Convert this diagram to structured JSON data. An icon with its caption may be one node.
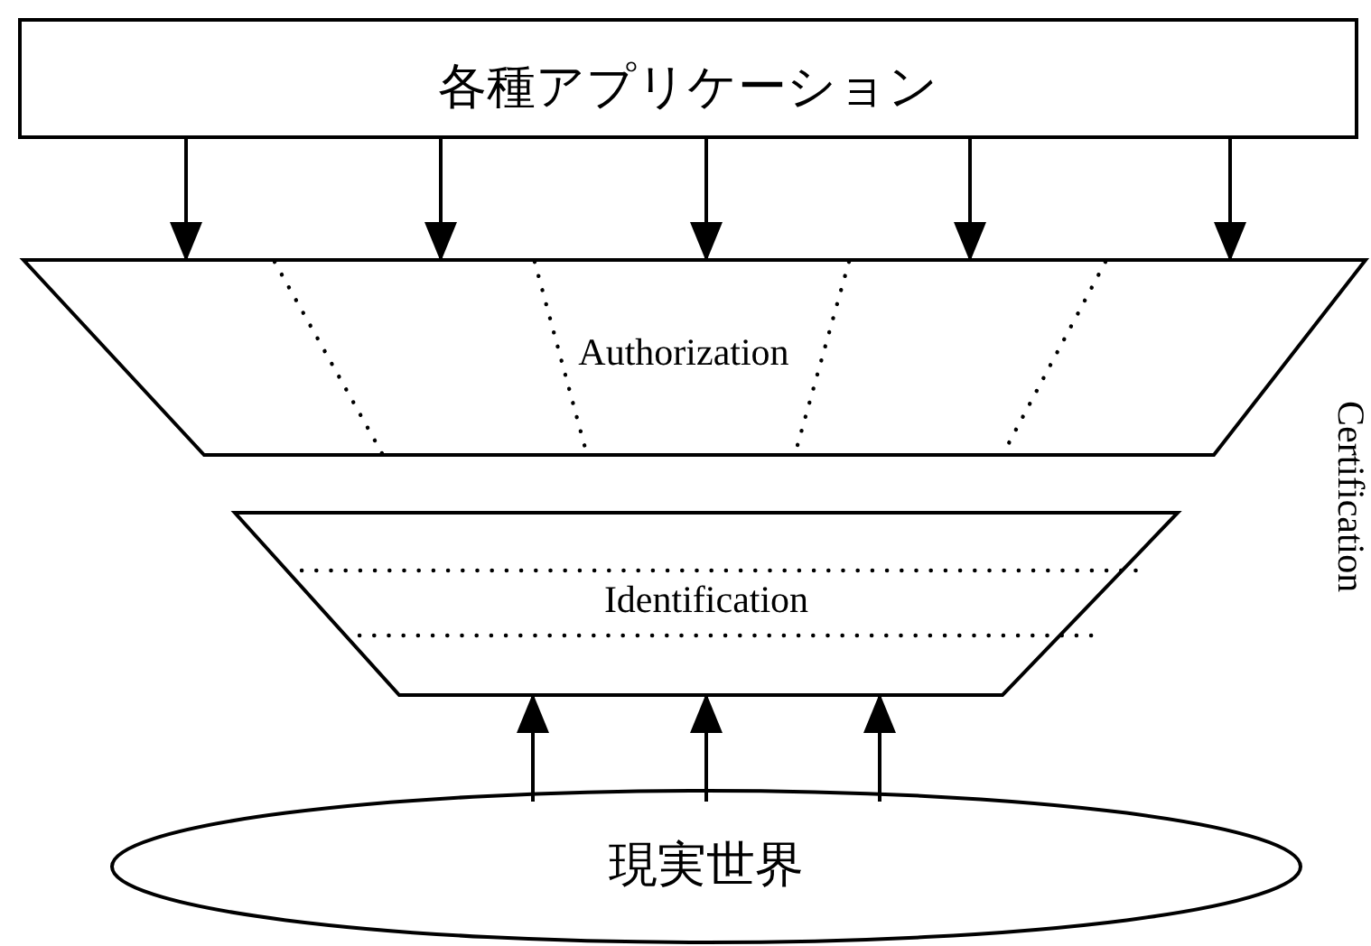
{
  "diagram": {
    "nodes": [
      {
        "text": [
          "各種アプリケーション"
        ]
      },
      {
        "text": [
          "Authorization"
        ]
      },
      {
        "text": [
          "Identification"
        ]
      },
      {
        "text": [
          "現実世界"
        ]
      }
    ],
    "edges": [
      {
        "from": 0,
        "to": 1,
        "arrow": "to"
      },
      {
        "from": 0,
        "to": 1,
        "arrow": "to"
      },
      {
        "from": 0,
        "to": 1,
        "arrow": "to"
      },
      {
        "from": 0,
        "to": 1,
        "arrow": "to"
      },
      {
        "from": 0,
        "to": 1,
        "arrow": "to"
      },
      {
        "from": 3,
        "to": 2,
        "arrow": "to"
      },
      {
        "from": 3,
        "to": 2,
        "arrow": "to"
      },
      {
        "from": 3,
        "to": 2,
        "arrow": "to"
      }
    ],
    "labels": [
      "Certification"
    ]
  }
}
